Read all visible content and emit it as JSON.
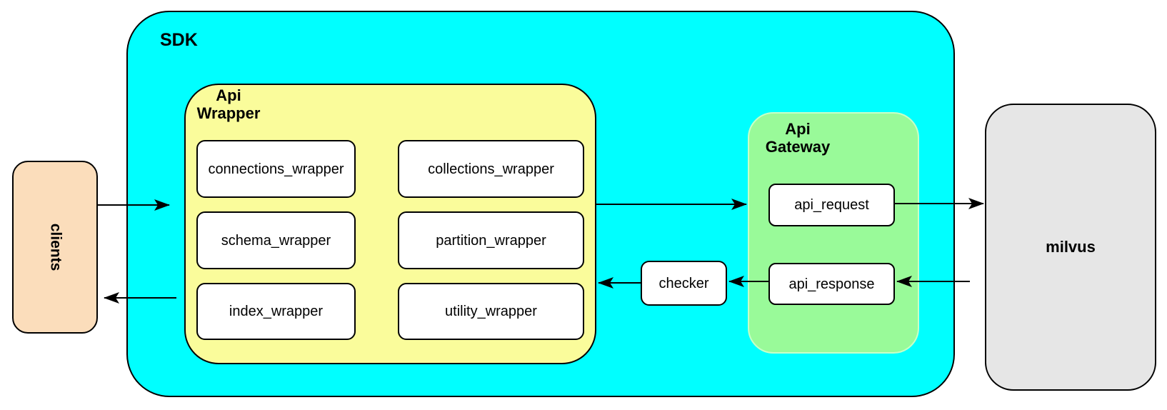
{
  "colors": {
    "canvas_bg": "#FFFFFF",
    "stroke": "#000000",
    "sdk_fill": "#00FFFF",
    "api_wrapper_fill": "#FAFC9B",
    "api_gateway_fill": "#99FA99",
    "api_gateway_border": "#C7FFC7",
    "clients_fill": "#FBDDBB",
    "milvus_fill": "#E6E6E6",
    "node_fill": "#FFFFFF"
  },
  "diagram": {
    "clients": "clients",
    "sdk": "SDK",
    "api_wrapper": "Api\nWrapper",
    "wrappers": [
      "connections_wrapper",
      "collections_wrapper",
      "schema_wrapper",
      "partition_wrapper",
      "index_wrapper",
      "utility_wrapper"
    ],
    "checker": "checker",
    "api_gateway": "Api\nGateway",
    "api_request": "api_request",
    "api_response": "api_response",
    "milvus": "milvus"
  },
  "edges": [
    {
      "from": "clients",
      "to": "sdk"
    },
    {
      "from": "sdk",
      "to": "clients"
    },
    {
      "from": "api_wrapper",
      "to": "api_gateway"
    },
    {
      "from": "api_request",
      "to": "milvus"
    },
    {
      "from": "milvus",
      "to": "api_response"
    },
    {
      "from": "api_response",
      "to": "checker"
    },
    {
      "from": "checker",
      "to": "api_wrapper"
    }
  ]
}
